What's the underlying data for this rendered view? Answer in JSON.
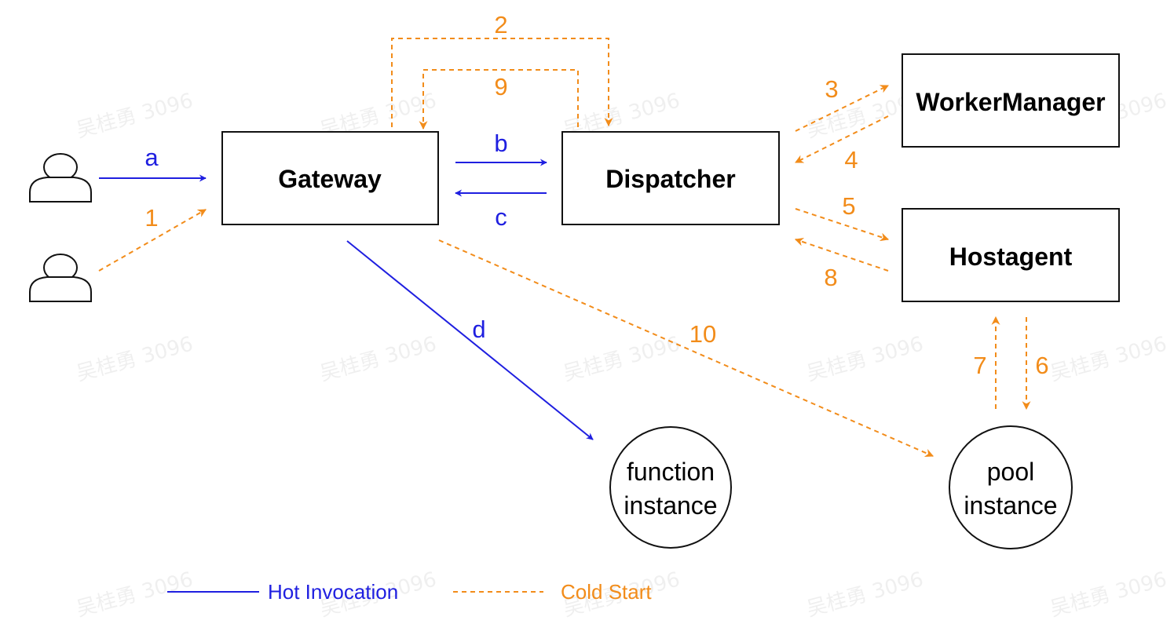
{
  "nodes": {
    "gateway": "Gateway",
    "dispatcher": "Dispatcher",
    "worker_manager": "WorkerManager",
    "hostagent": "Hostagent",
    "function_instance": [
      "function",
      "instance"
    ],
    "pool_instance": [
      "pool",
      "instance"
    ]
  },
  "edge_labels": {
    "a": "a",
    "b": "b",
    "c": "c",
    "d": "d",
    "s1": "1",
    "s2": "2",
    "s3": "3",
    "s4": "4",
    "s5": "5",
    "s6": "6",
    "s7": "7",
    "s8": "8",
    "s9": "9",
    "s10": "10"
  },
  "legend": {
    "hot": "Hot Invocation",
    "cold": "Cold Start"
  },
  "colors": {
    "hot": "#1f1fe0",
    "cold": "#f28c1a"
  },
  "watermark": "吴桂勇 3096"
}
